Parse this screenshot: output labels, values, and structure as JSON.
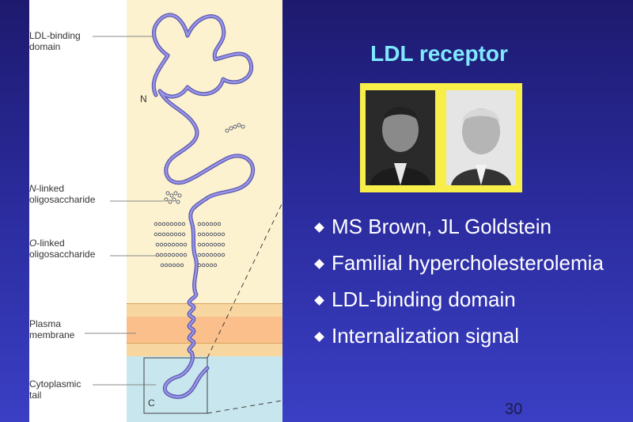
{
  "slide": {
    "title": "LDL receptor",
    "page_number": "30",
    "colors": {
      "title": "#7fe9ff",
      "photo_frame": "#f7ee4a",
      "extracellular": "#fcf2cf",
      "membrane_band": "#f7d69f",
      "membrane_core": "#fbbf8c",
      "cytoplasm": "#c8e6ee",
      "protein_chain": "#7f7bd4"
    }
  },
  "figure": {
    "labels": {
      "ldl_binding_line1": "LDL-binding",
      "ldl_binding_line2": "domain",
      "n_terminus": "N",
      "n_linked_line1_rest": "-linked",
      "n_linked_prefix": "N",
      "n_linked_line2": "oligosaccharide",
      "o_linked_prefix": "O",
      "o_linked_line1_rest": "-linked",
      "o_linked_line2": "oligosaccharide",
      "plasma_line1": "Plasma",
      "plasma_line2": "membrane",
      "cyto_line1": "Cytoplasmic",
      "cyto_line2": "tail",
      "c_terminus": "C"
    }
  },
  "bullets": [
    "MS Brown, JL Goldstein",
    "Familial hypercholesterolemia",
    "LDL-binding domain",
    "Internalization signal"
  ]
}
